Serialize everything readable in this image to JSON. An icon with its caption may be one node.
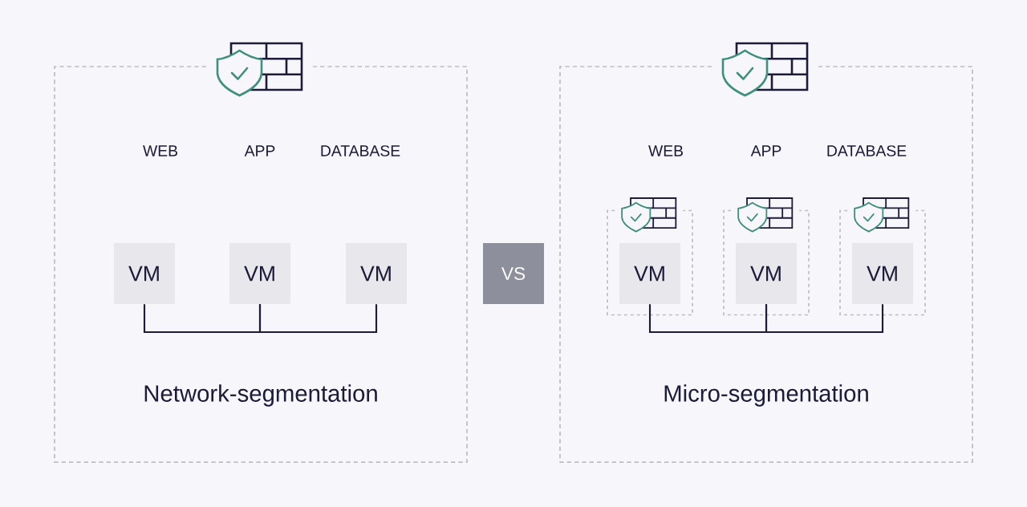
{
  "diagram": {
    "nodes": [
      {
        "text": [
          "Network-segmentation"
        ]
      },
      {
        "text": [
          "VM"
        ],
        "in": 0
      },
      {
        "text": [
          "VM"
        ],
        "in": 0
      },
      {
        "text": [
          "VM"
        ],
        "in": 0
      },
      {
        "text": [
          "VS"
        ]
      },
      {
        "text": [
          "Micro-segmentation"
        ]
      },
      {
        "text": [],
        "shape": "box",
        "in": 5
      },
      {
        "text": [
          "VM"
        ],
        "in": 6
      },
      {
        "text": [],
        "shape": "box",
        "in": 5
      },
      {
        "text": [
          "VM"
        ],
        "in": 8
      },
      {
        "text": [],
        "shape": "box",
        "in": 5
      },
      {
        "text": [
          "VM"
        ],
        "in": 10
      }
    ],
    "edges": [
      {
        "from": 1,
        "to": 2,
        "arrow": "none"
      },
      {
        "from": 2,
        "to": 3,
        "arrow": "none"
      },
      {
        "from": 7,
        "to": 9,
        "arrow": "none"
      },
      {
        "from": 9,
        "to": 11,
        "arrow": "none"
      }
    ],
    "labels": [
      "WEB",
      "APP",
      "DATABASE",
      "WEB",
      "APP",
      "DATABASE"
    ]
  }
}
